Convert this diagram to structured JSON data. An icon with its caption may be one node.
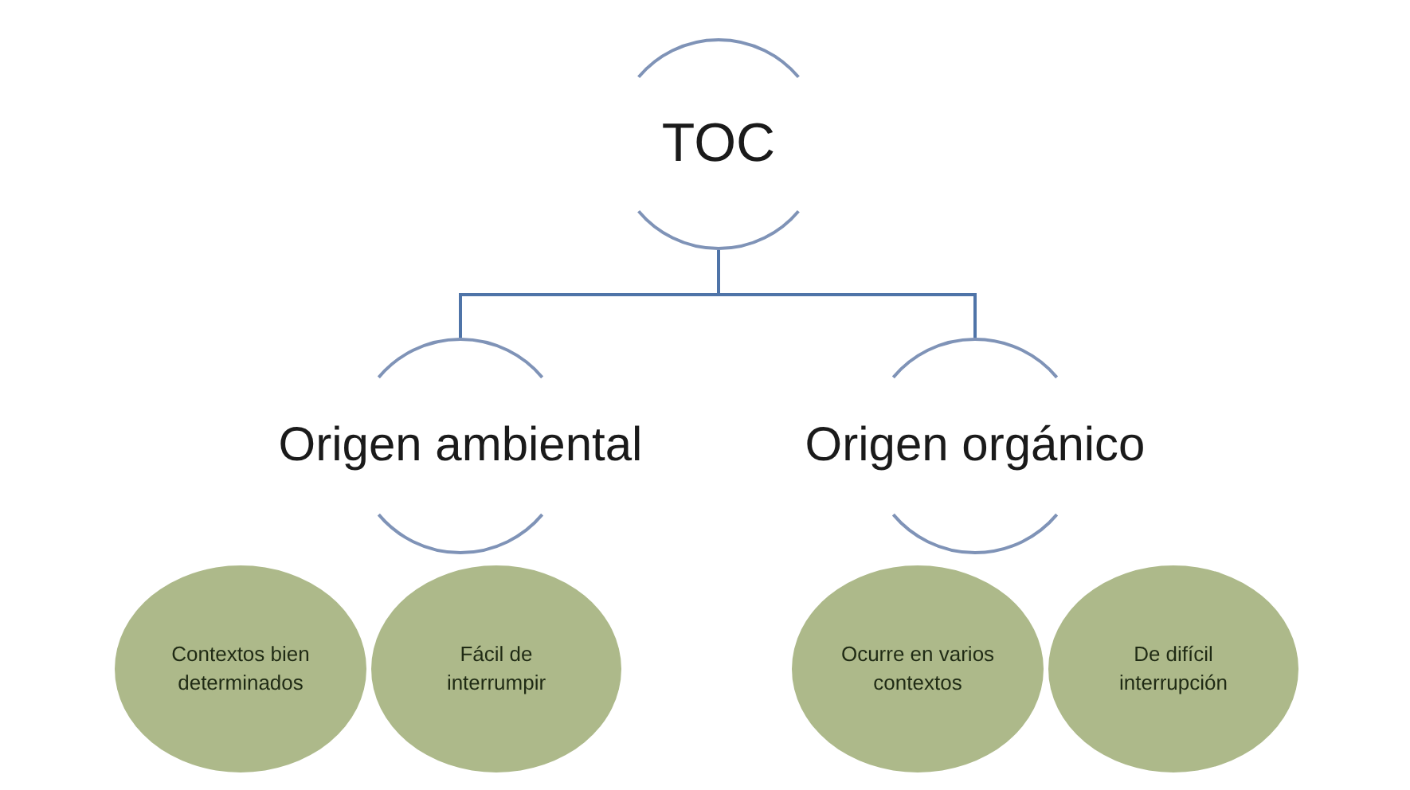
{
  "diagram": {
    "nodes": [
      {
        "text": [
          "TOC"
        ]
      },
      {
        "text": [
          "Origen ambiental"
        ]
      },
      {
        "text": [
          "Origen orgánico"
        ]
      },
      {
        "text": [
          "Contextos bien determinados"
        ]
      },
      {
        "text": [
          "Fácil de interrumpir"
        ]
      },
      {
        "text": [
          "Ocurre en varios contextos"
        ]
      },
      {
        "text": [
          "De difícil interrupción"
        ]
      }
    ],
    "edges": [
      {
        "from": 0,
        "to": 1,
        "arrow": "none"
      },
      {
        "from": 0,
        "to": 2,
        "arrow": "none"
      }
    ]
  }
}
